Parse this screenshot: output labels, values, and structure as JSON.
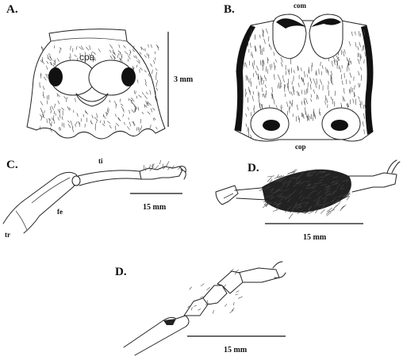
{
  "panels": {
    "a": {
      "label": "A.",
      "annotation": "cpa",
      "scale": "3 mm"
    },
    "b": {
      "label": "B.",
      "top_annotation": "com",
      "bottom_annotation": "cop"
    },
    "c": {
      "label": "C.",
      "ti": "ti",
      "fe": "fe",
      "tr": "tr",
      "scale": "15 mm"
    },
    "d1": {
      "label": "D.",
      "scale": "15 mm"
    },
    "d2": {
      "label": "D.",
      "scale": "15 mm"
    }
  }
}
